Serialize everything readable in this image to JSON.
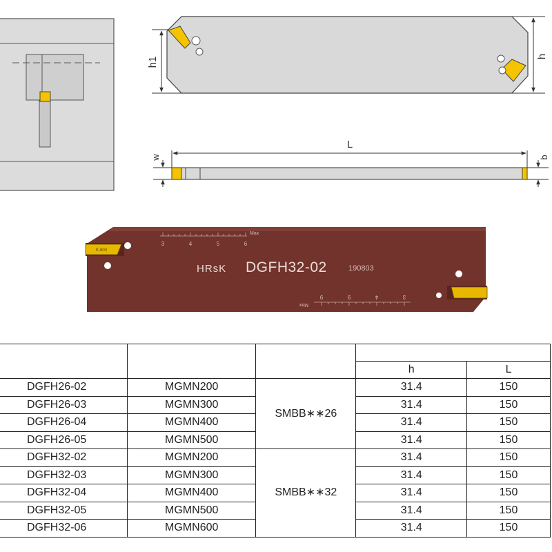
{
  "colors": {
    "blade_brown": "#71332c",
    "insert_gold": "#f5c400",
    "drawing_gray": "#d9d9d9",
    "line_color": "#333333"
  },
  "dimensions": {
    "h1": "h1",
    "h": "h",
    "L": "L",
    "w": "w",
    "b": "b"
  },
  "blade_photo": {
    "brand": "HRsK",
    "model": "DGFH32-02",
    "code": "190803",
    "insert_mark": "K-800",
    "scale_top_numbers": [
      "3",
      "4",
      "5",
      "6"
    ],
    "scale_top_max": "Max",
    "scale_bottom_numbers": [
      "9",
      "9",
      "4",
      "3"
    ],
    "scale_bottom_max": "Max"
  },
  "table": {
    "sub_headers": [
      "h",
      "L"
    ],
    "rows": [
      {
        "model": "DGFH26-02",
        "insert": "MGMN200",
        "h": "31.4",
        "l": "150"
      },
      {
        "model": "DGFH26-03",
        "insert": "MGMN300",
        "h": "31.4",
        "l": "150"
      },
      {
        "model": "DGFH26-04",
        "insert": "MGMN400",
        "h": "31.4",
        "l": "150"
      },
      {
        "model": "DGFH26-05",
        "insert": "MGMN500",
        "h": "31.4",
        "l": "150"
      },
      {
        "model": "DGFH32-02",
        "insert": "MGMN200",
        "h": "31.4",
        "l": "150"
      },
      {
        "model": "DGFH32-03",
        "insert": "MGMN300",
        "h": "31.4",
        "l": "150"
      },
      {
        "model": "DGFH32-04",
        "insert": "MGMN400",
        "h": "31.4",
        "l": "150"
      },
      {
        "model": "DGFH32-05",
        "insert": "MGMN500",
        "h": "31.4",
        "l": "150"
      },
      {
        "model": "DGFH32-06",
        "insert": "MGMN600",
        "h": "31.4",
        "l": "150"
      }
    ],
    "holders": [
      "SMBB∗∗26",
      "SMBB∗∗32"
    ]
  }
}
